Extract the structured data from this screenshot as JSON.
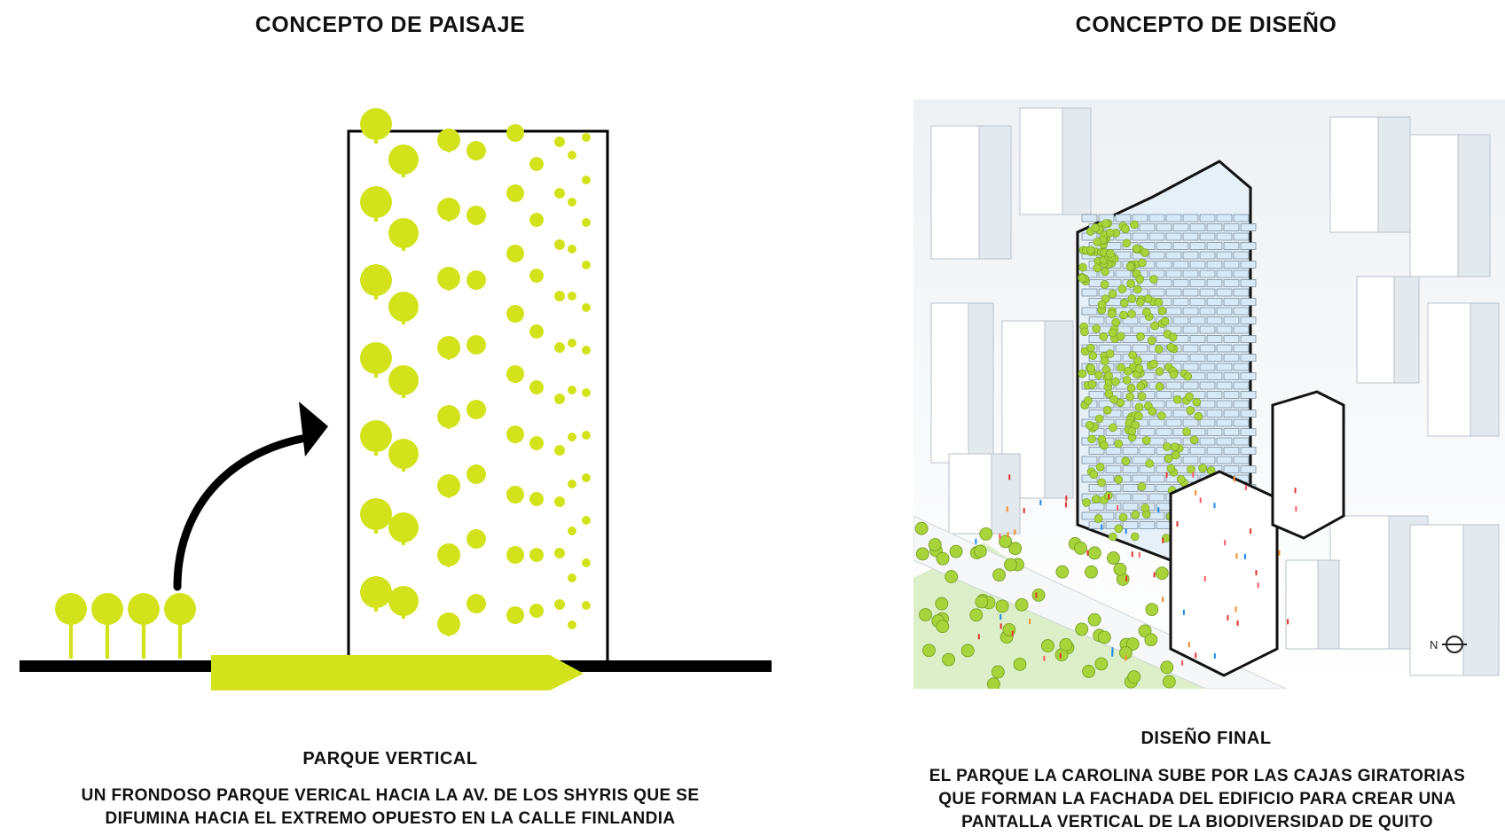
{
  "landscape_concept": {
    "title": "CONCEPTO DE PAISAJE",
    "subtitle": "PARQUE VERTICAL",
    "description_lines": [
      "UN FRONDOSO PARQUE VERICAL HACIA LA AV. DE LOS SHYRIS  QUE SE",
      "DIFUMINA HACIA EL EXTREMO OPUESTO EN LA CALLE FINLANDIA"
    ]
  },
  "design_concept": {
    "title": "CONCEPTO DE DISEÑO",
    "subtitle": "DISEÑO FINAL",
    "description_lines": [
      "EL PARQUE LA CAROLINA SUBE POR LAS CAJAS GIRATORIAS",
      "QUE FORMAN LA FACHADA DEL EDIFICIO PARA CREAR UNA",
      "PANTALLA VERTICAL DE LA BIODIVERSIDAD DE QUITO"
    ],
    "north_label": "N"
  },
  "colors": {
    "tree_green": "#d3e31b",
    "ground_black": "#000000",
    "park_green": "#dcefc8",
    "building_white": "#ffffff",
    "building_outline": "#b9c3cc"
  }
}
